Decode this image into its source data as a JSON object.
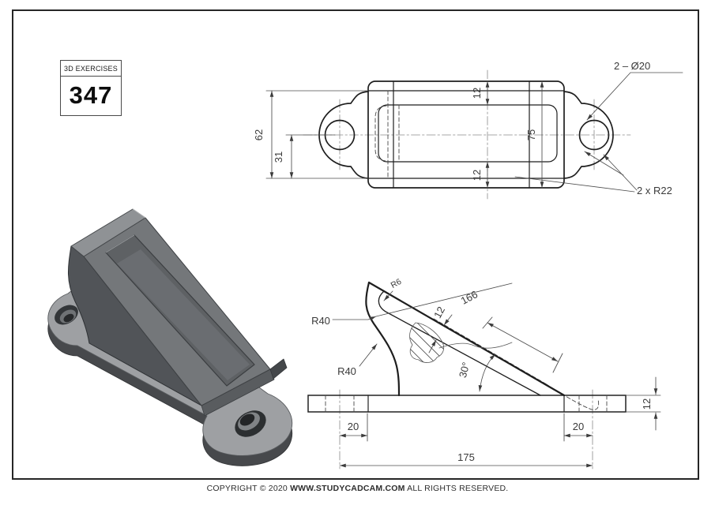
{
  "title_block": {
    "series": "3D EXERCISES",
    "number": "347"
  },
  "footer": {
    "pre": "COPYRIGHT © 2020 ",
    "site": "WWW.STUDYCADCAM.COM",
    "post": " ALL RIGHTS RESERVED."
  },
  "top_view": {
    "dim_62": "62",
    "dim_31": "31",
    "dim_12_top": "12",
    "dim_75": "75",
    "dim_12_bottom": "12",
    "label_holes": "2 – Ø20",
    "label_lug_radius": "2 x R22"
  },
  "side_view": {
    "label_r40_upper": "R40",
    "label_r40_lower": "R40",
    "label_r6": "R6",
    "dim_166": "166",
    "dim_12_rib": "12",
    "dim_angle": "30°",
    "dim_20_left": "20",
    "dim_20_right": "20",
    "dim_175": "175",
    "dim_12_base": "12"
  },
  "colors": {
    "outline": "#1e1e1e",
    "dimension": "#4c4c4c",
    "centerline": "#8a8a8a",
    "iso_top": "#8f9295",
    "iso_slope": "#74777a",
    "iso_side_dark": "#515458",
    "iso_base_top": "#9ea0a3",
    "iso_base_side": "#47494c",
    "iso_pocket": "#5e6164"
  }
}
